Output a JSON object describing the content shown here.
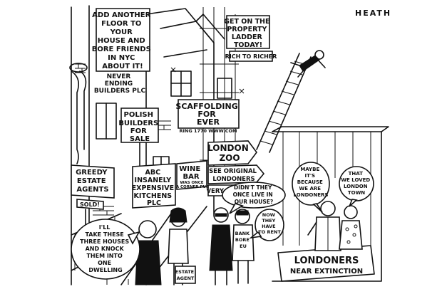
{
  "signature": "HEATH",
  "signs": {
    "add_floor": [
      "ADD ANOTHER",
      "FLOOR TO",
      "YOUR",
      "HOUSE AND",
      "BORE FRIENDS",
      "IN NYC",
      "ABOUT IT!"
    ],
    "never_ending": [
      "NEVER",
      "ENDING",
      "BUILDERS PLC"
    ],
    "polish_builders": [
      "POLISH",
      "BUILDERS",
      "FOR",
      "SALE"
    ],
    "property_ladder": [
      "GET ON THE",
      "PROPERTY",
      "LADDER",
      "TODAY!"
    ],
    "rich_to_richer": "RICH TO RICHER",
    "scaffolding": [
      "SCAFFOLDING",
      "FOR",
      "EVER"
    ],
    "scaffolding_phone": "RING 1770 WWW.COM",
    "london_zoo": [
      "LONDON",
      "ZOO"
    ],
    "see_londoners": [
      "SEE ORIGINAL",
      "LONDONERS"
    ],
    "very_rare": "VERY RARE",
    "wine_bar": [
      "WINE",
      "BAR"
    ],
    "wine_bar_small": [
      "WAS ONCE",
      "A CORNER PUB"
    ],
    "abc_kitchens": [
      "ABC",
      "INSANELY",
      "EXPENSIVE",
      "KITCHENS",
      "PLC"
    ],
    "greedy_estate": [
      "GREEDY",
      "ESTATE",
      "AGENTS"
    ],
    "sold": "SOLD!",
    "estate_agent_badge": [
      "ESTATE",
      "AGENT"
    ],
    "bank_bore_badge": [
      "BANK",
      "BORE",
      "EU"
    ],
    "londoners_plaque": [
      "LONDONERS",
      "NEAR EXTINCTION"
    ]
  },
  "speech": {
    "take_these": [
      "I'LL",
      "TAKE THESE",
      "THREE HOUSES",
      "AND KNOCK",
      "THEM INTO",
      "ONE",
      "DWELLING"
    ],
    "didnt_they": [
      "DIDN'T THEY",
      "ONCE LIVE IN",
      "OUR HOUSE?"
    ],
    "now_they": [
      "NOW",
      "THEY",
      "HAVE",
      "TO RENT"
    ],
    "maybe": [
      "MAYBE",
      "IT'S",
      "BECAUSE",
      "WE ARE",
      "LONDONERS"
    ],
    "that": [
      "THAT",
      "WE LOVED",
      "LONDON",
      "TOWN"
    ]
  }
}
